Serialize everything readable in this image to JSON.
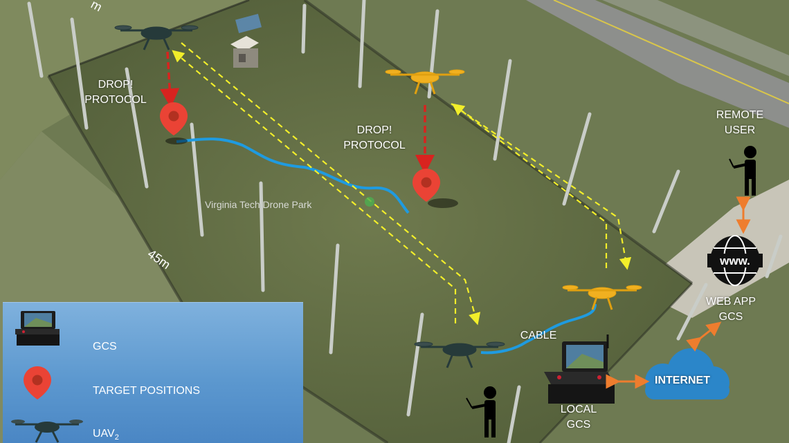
{
  "scale": {
    "length_top": "m",
    "length_side": "45m"
  },
  "park_label": "Virginia Tech Drone Park",
  "labels": {
    "drop_protocol_1": "DROP!\nPROTOCOL",
    "drop_protocol_2": "DROP!\nPROTOCOL",
    "remote_user": "REMOTE\nUSER",
    "web_app": "WEB APP\nGCS",
    "internet": "INTERNET",
    "cable": "CABLE",
    "local_gcs": "LOCAL\nGCS",
    "www": "www."
  },
  "legend": {
    "gcs": "GCS",
    "targets": "TARGET POSITIONS",
    "uav_prefix": "UAV",
    "uav_sub": "2"
  },
  "colors": {
    "path_dashed": "#f2ee2a",
    "drop_arrow": "#d8231f",
    "target_pin": "#ea4335",
    "cable": "#1f9be0",
    "link_arrow": "#ee7d2e",
    "cloud": "#2b86c9",
    "uav_dark": "#263a3a",
    "uav_orange": "#f0b020"
  },
  "icons": [
    "drone-icon",
    "map-pin-icon",
    "gcs-case-icon",
    "globe-icon",
    "cloud-icon",
    "person-icon"
  ]
}
